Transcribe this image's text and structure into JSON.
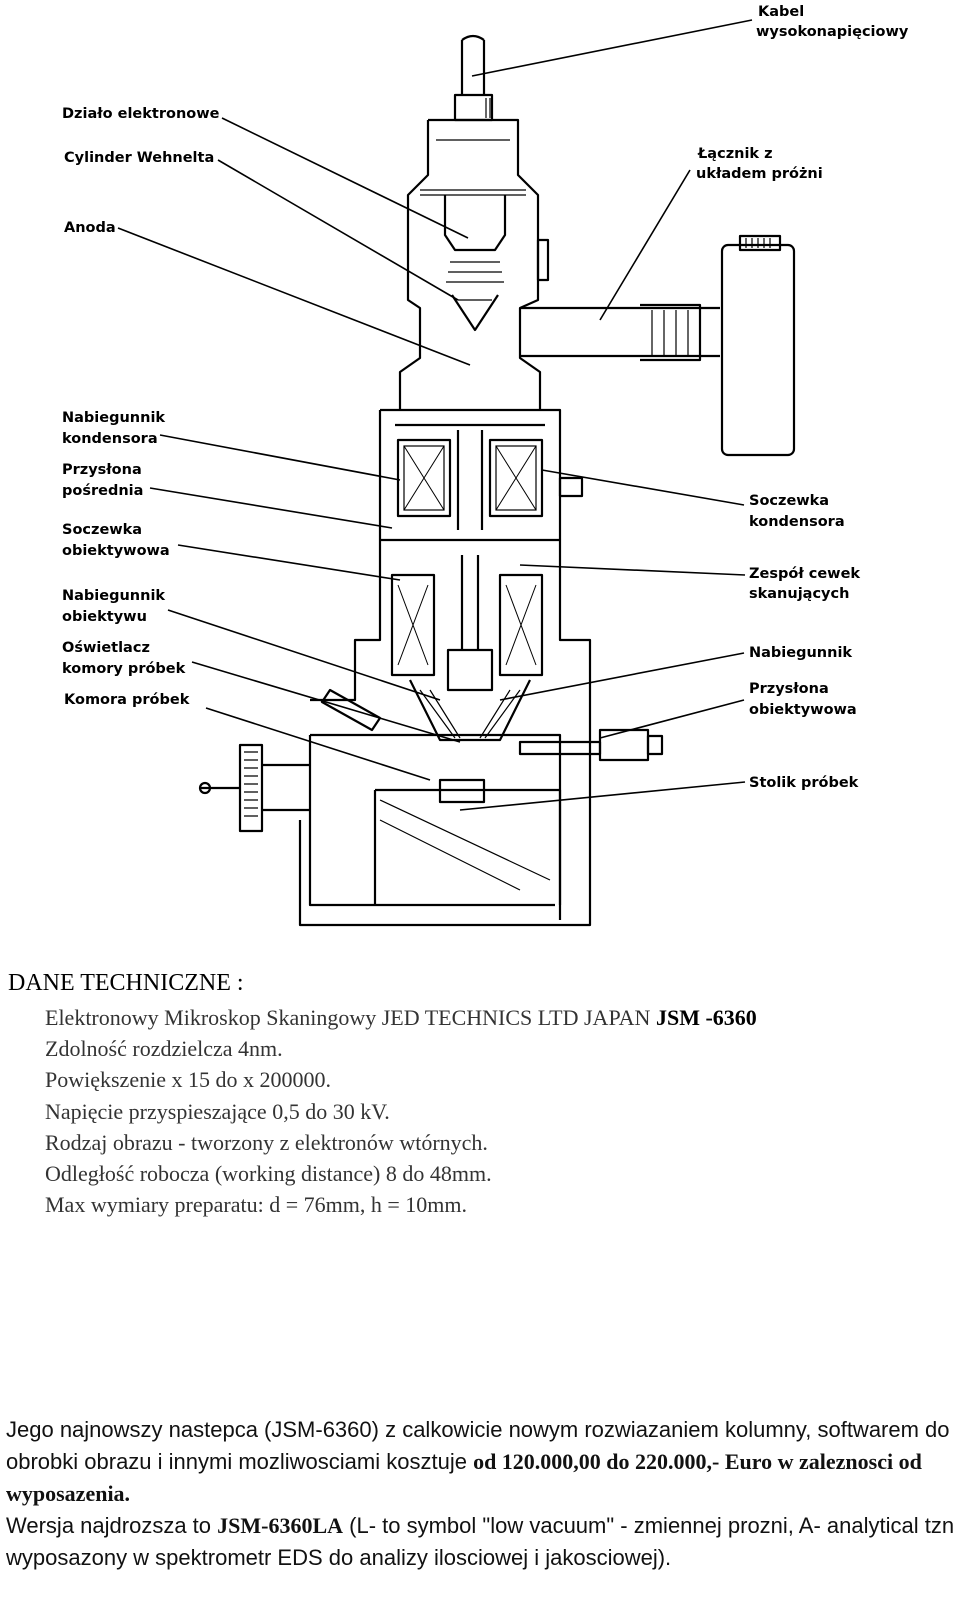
{
  "diagram": {
    "labels_left": [
      "Działo elektronowe",
      "Cylinder Wehnelta",
      "Anoda",
      "Nabiegunnik",
      "kondensora",
      "Przysłona",
      "pośrednia",
      "Soczewka",
      "obiektywowa",
      "Nabiegunnik",
      "obiektywu",
      "Oświetlacz",
      "komory próbek",
      "Komora próbek"
    ],
    "labels_right": [
      "Kabel",
      "wysokonapięciowy",
      "Łącznik z",
      "układem próżni",
      "Soczewka",
      "kondensora",
      "Zespół cewek",
      "skanujących",
      "Nabiegunnik",
      "Przysłona",
      "obiektywowa",
      "Stolik próbek"
    ]
  },
  "tech": {
    "heading": "DANE TECHNICZNE :",
    "line1_text": "Elektronowy Mikroskop Skaningowy JED TECHNICS LTD JAPAN ",
    "line1_model": "JSM -6360",
    "lines": [
      "Zdolność rozdzielcza 4nm.",
      "Powiększenie x 15 do x 200000.",
      "Napięcie przyspieszające 0,5 do 30 kV.",
      "Rodzaj obrazu - tworzony z elektronów wtórnych.",
      "Odległość robocza (working distance) 8 do 48mm.",
      "Max wymiary preparatu: d = 76mm, h = 10mm."
    ]
  },
  "paragraph": {
    "p1_text": "Jego najnowszy nastepca (JSM-6360) z calkowicie nowym rozwiazaniem kolumny, softwarem do obrobki obrazu i innymi mozliwosciami kosztuje ",
    "p1_price": "od 120.000,00 do 220.000,- Euro w zaleznosci od wyposazenia.",
    "p2_start": "Wersja najdrozsza to ",
    "p2_model": "JSM-6360LA",
    "p2_rest": " (L- to symbol \"low vacuum\" - zmiennej prozni, A- analytical tzn wyposazony w spektrometr EDS do analizy ilosciowej i jakosciowej)."
  }
}
